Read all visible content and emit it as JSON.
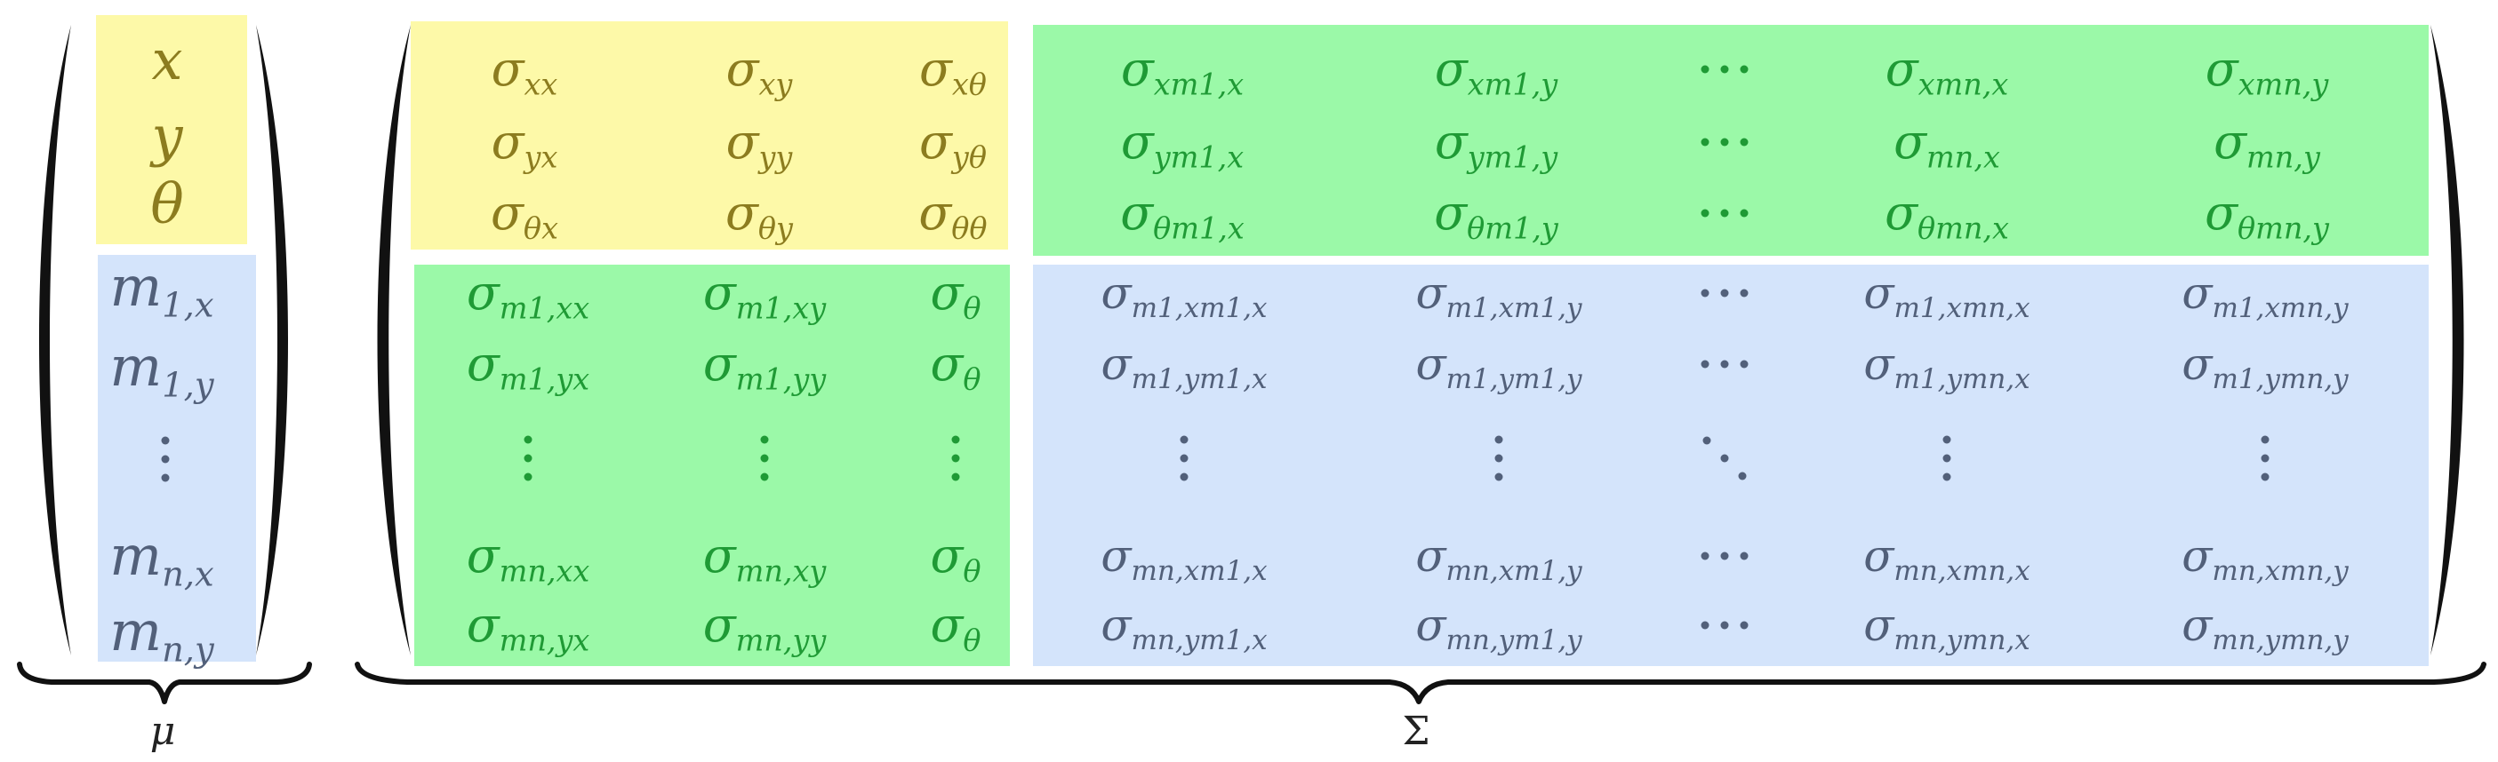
{
  "mu": {
    "label": "μ",
    "entries": [
      {
        "base": "x",
        "sub": ""
      },
      {
        "base": "y",
        "sub": ""
      },
      {
        "base": "θ",
        "sub": ""
      },
      {
        "base": "m",
        "sub": "1,x"
      },
      {
        "base": "m",
        "sub": "1,y"
      },
      {
        "base": "⋮",
        "sub": ""
      },
      {
        "base": "m",
        "sub": "n,x"
      },
      {
        "base": "m",
        "sub": "n,y"
      }
    ]
  },
  "sigma": {
    "label": "Σ",
    "top_left": [
      [
        "σ",
        "xx"
      ],
      [
        "σ",
        "xy"
      ],
      [
        "σ",
        "xθ"
      ],
      [
        "σ",
        "yx"
      ],
      [
        "σ",
        "yy"
      ],
      [
        "σ",
        "yθ"
      ],
      [
        "σ",
        "θx"
      ],
      [
        "σ",
        "θy"
      ],
      [
        "σ",
        "θθ"
      ]
    ],
    "top_right": [
      [
        "σ",
        "xm1,x"
      ],
      [
        "σ",
        "xm1,y"
      ],
      [
        "⋯",
        ""
      ],
      [
        "σ",
        "xmn,x"
      ],
      [
        "σ",
        "xmn,y"
      ],
      [
        "σ",
        "ym1,x"
      ],
      [
        "σ",
        "ym1,y"
      ],
      [
        "⋯",
        ""
      ],
      [
        "σ",
        "mn,x"
      ],
      [
        "σ",
        "mn,y"
      ],
      [
        "σ",
        "θm1,x"
      ],
      [
        "σ",
        "θm1,y"
      ],
      [
        "⋯",
        ""
      ],
      [
        "σ",
        "θmn,x"
      ],
      [
        "σ",
        "θmn,y"
      ]
    ],
    "bottom_left": [
      [
        "σ",
        "m1,xx"
      ],
      [
        "σ",
        "m1,xy"
      ],
      [
        "σ",
        "θ"
      ],
      [
        "σ",
        "m1,yx"
      ],
      [
        "σ",
        "m1,yy"
      ],
      [
        "σ",
        "θ"
      ],
      [
        "⋮",
        ""
      ],
      [
        "⋮",
        ""
      ],
      [
        "⋮",
        ""
      ],
      [
        "σ",
        "mn,xx"
      ],
      [
        "σ",
        "mn,xy"
      ],
      [
        "σ",
        "θ"
      ],
      [
        "σ",
        "mn,yx"
      ],
      [
        "σ",
        "mn,yy"
      ],
      [
        "σ",
        "θ"
      ]
    ],
    "bottom_right": [
      [
        "σ",
        "m1,xm1,x"
      ],
      [
        "σ",
        "m1,xm1,y"
      ],
      [
        "⋯",
        ""
      ],
      [
        "σ",
        "m1,xmn,x"
      ],
      [
        "σ",
        "m1,xmn,y"
      ],
      [
        "σ",
        "m1,ym1,x"
      ],
      [
        "σ",
        "m1,ym1,y"
      ],
      [
        "⋯",
        ""
      ],
      [
        "σ",
        "m1,ymn,x"
      ],
      [
        "σ",
        "m1,ymn,y"
      ],
      [
        "⋮",
        ""
      ],
      [
        "⋮",
        ""
      ],
      [
        "⋱",
        ""
      ],
      [
        "⋮",
        ""
      ],
      [
        "⋮",
        ""
      ],
      [
        "σ",
        "mn,xm1,x"
      ],
      [
        "σ",
        "mn,xm1,y"
      ],
      [
        "⋯",
        ""
      ],
      [
        "σ",
        "mn,xmn,x"
      ],
      [
        "σ",
        "mn,xmn,y"
      ],
      [
        "σ",
        "mn,ym1,x"
      ],
      [
        "σ",
        "mn,ym1,y"
      ],
      [
        "⋯",
        ""
      ],
      [
        "σ",
        "mn,ymn,x"
      ],
      [
        "σ",
        "mn,ymn,y"
      ]
    ]
  },
  "colors": {
    "yellow_block": "#fdf9a8",
    "green_block": "#9bf9a8",
    "blue_block": "#d4e4fb",
    "yellow_text": "#8c7c1f",
    "green_text": "#1f9a35",
    "blue_text": "#52607a"
  }
}
